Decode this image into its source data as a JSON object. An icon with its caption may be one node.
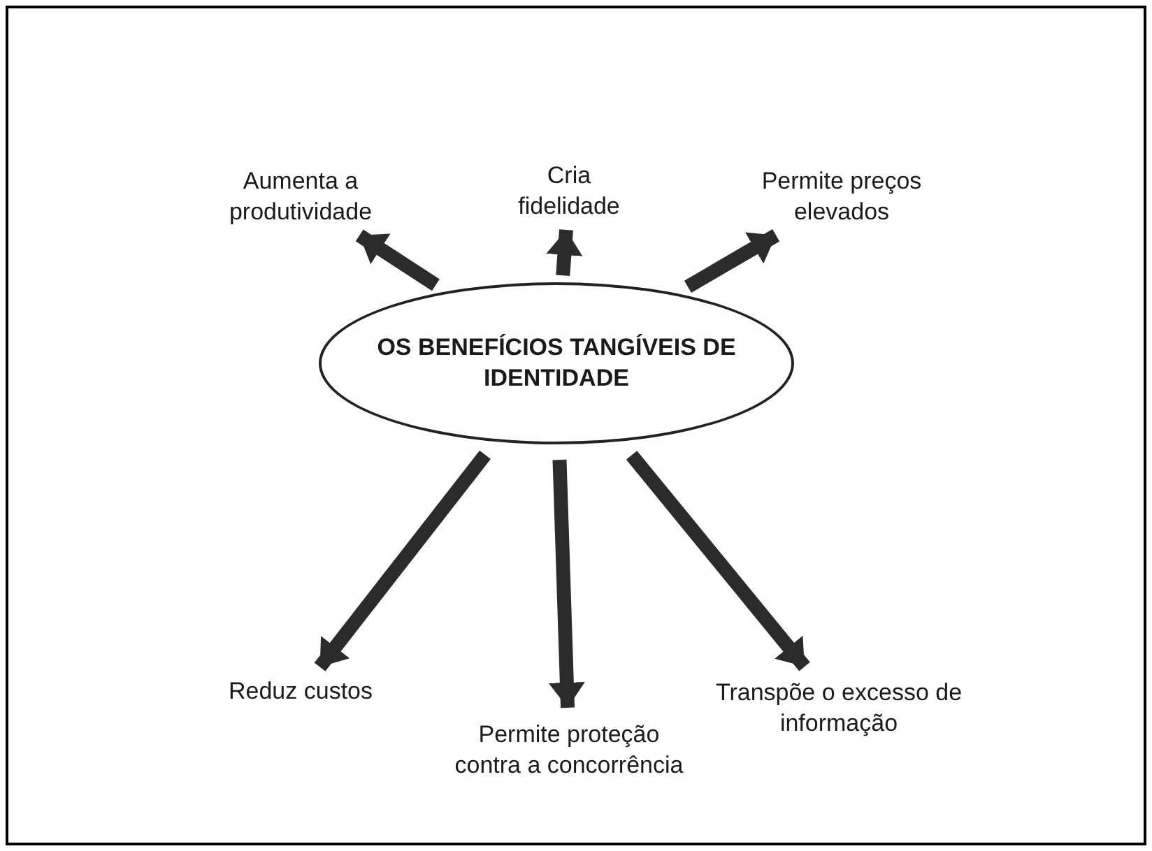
{
  "diagram": {
    "nodes": [
      {
        "text": [
          "OS BENEFÍCIOS TANGÍVEIS DE IDENTIDADE"
        ]
      },
      {
        "text": [
          "Aumenta a produtividade"
        ]
      },
      {
        "text": [
          "Cria fidelidade"
        ]
      },
      {
        "text": [
          "Permite preços elevados"
        ]
      },
      {
        "text": [
          "Reduz custos"
        ]
      },
      {
        "text": [
          "Permite proteção contra a concorrência"
        ]
      },
      {
        "text": [
          "Transpõe o excesso de informação"
        ]
      }
    ],
    "edges": [
      {
        "from": 0,
        "to": 1,
        "arrow": "to"
      },
      {
        "from": 0,
        "to": 2,
        "arrow": "to"
      },
      {
        "from": 0,
        "to": 3,
        "arrow": "to"
      },
      {
        "from": 0,
        "to": 4,
        "arrow": "to"
      },
      {
        "from": 0,
        "to": 5,
        "arrow": "to"
      },
      {
        "from": 0,
        "to": 6,
        "arrow": "to"
      }
    ]
  }
}
